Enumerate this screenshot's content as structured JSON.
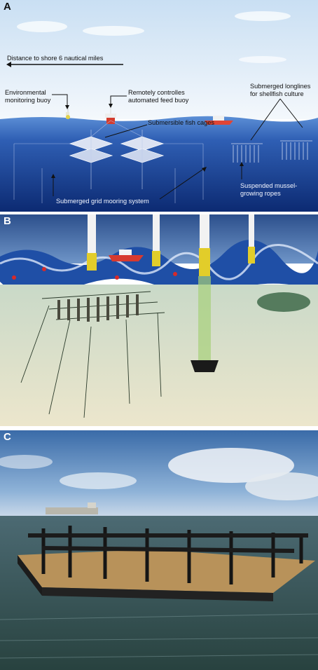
{
  "panels": [
    {
      "letter": "A",
      "annotations": {
        "distance": "Distance to shore 6 nautical miles",
        "env_buoy_line1": "Environmental",
        "env_buoy_line2": "monitoring buoy",
        "feed_buoy_line1": "Remotely controlles",
        "feed_buoy_line2": "automated feed buoy",
        "longlines_line1": "Submerged longlines",
        "longlines_line2": "for shellfish culture",
        "fish_cages": "Submersible fish cages",
        "mooring": "Submerged grid mooring system",
        "mussel_line1": "Suspended mussel-",
        "mussel_line2": "growing ropes"
      }
    },
    {
      "letter": "B"
    },
    {
      "letter": "C"
    }
  ],
  "colors": {
    "sky": "#dbe9f6",
    "sea_surface": "#3b6fc0",
    "sea_deep": "#0d2f7a",
    "seabed": "#e6e2c8",
    "wind_turbine_yellow": "#e8d230",
    "cloud_sky": "#4a78b5",
    "deck_wood": "#b58a4f"
  }
}
